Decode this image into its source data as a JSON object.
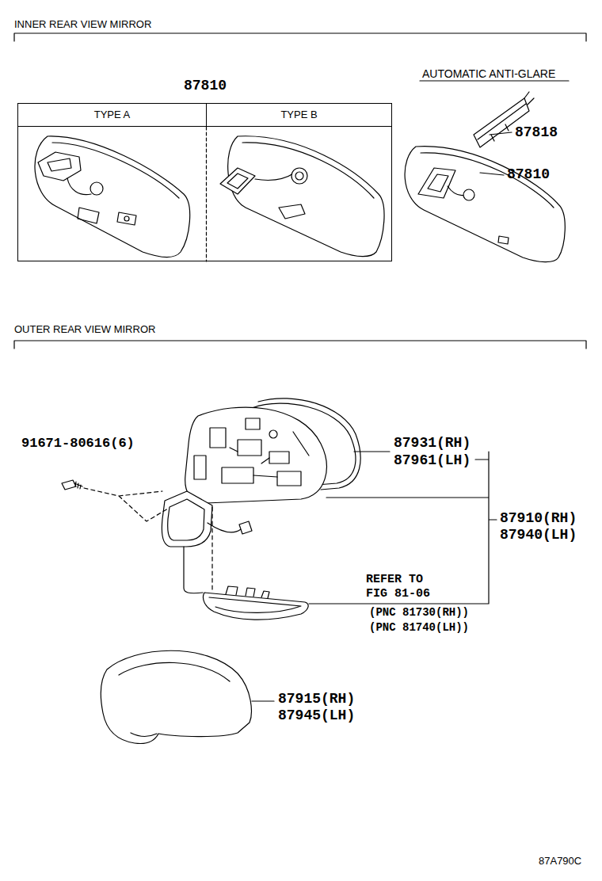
{
  "diagram": {
    "nodes": [
      {
        "text": [
          "87810"
        ]
      },
      {
        "text": [
          "TYPE A"
        ],
        "in": 0
      },
      {
        "text": [
          "TYPE B"
        ],
        "in": 0
      }
    ],
    "labels": [
      "INNER REAR VIEW MIRROR",
      "AUTOMATIC ANTI-GLARE",
      "87818",
      "87810",
      "OUTER REAR VIEW MIRROR",
      "91671-80616(6)",
      "87931(RH)",
      "87961(LH)",
      "87910(RH)",
      "87940(LH)",
      "REFER TO",
      "FIG 81-06",
      "(PNC 81730(RH))",
      "(PNC 81740(LH))",
      "87915(RH)",
      "87945(LH)",
      "87A790C"
    ]
  }
}
